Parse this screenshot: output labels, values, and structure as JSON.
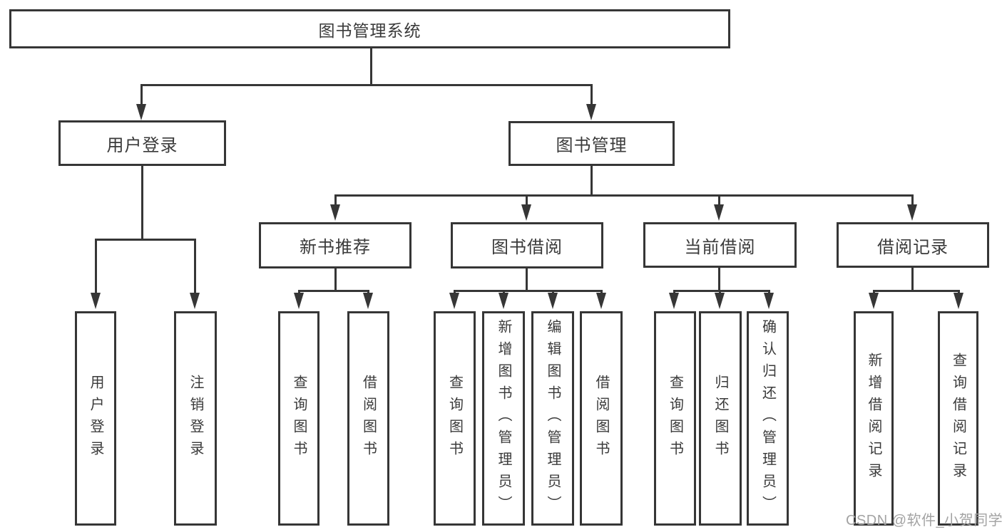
{
  "diagram_title": "图书管理系统",
  "tree": {
    "root": {
      "label": "图书管理系统",
      "children": [
        {
          "label": "用户登录",
          "children": [
            {
              "label": "用户登录"
            },
            {
              "label": "注销登录"
            }
          ]
        },
        {
          "label": "图书管理",
          "children": [
            {
              "label": "新书推荐",
              "children": [
                {
                  "label": "查询图书"
                },
                {
                  "label": "借阅图书"
                }
              ]
            },
            {
              "label": "图书借阅",
              "children": [
                {
                  "label": "查询图书"
                },
                {
                  "label": "新增图书（管理员）"
                },
                {
                  "label": "编辑图书（管理员）"
                },
                {
                  "label": "借阅图书"
                }
              ]
            },
            {
              "label": "当前借阅",
              "children": [
                {
                  "label": "查询图书"
                },
                {
                  "label": "归还图书"
                },
                {
                  "label": "确认归还（管理员）"
                }
              ]
            },
            {
              "label": "借阅记录",
              "children": [
                {
                  "label": "新增借阅记录"
                },
                {
                  "label": "查询借阅记录"
                }
              ]
            }
          ]
        }
      ]
    }
  },
  "watermark": {
    "text": "CSDN @软件_小贺同学",
    "color": "#a3a3a3"
  },
  "colors": {
    "line": "#363636",
    "text": "#3a3a3a",
    "background": "#ffffff"
  }
}
